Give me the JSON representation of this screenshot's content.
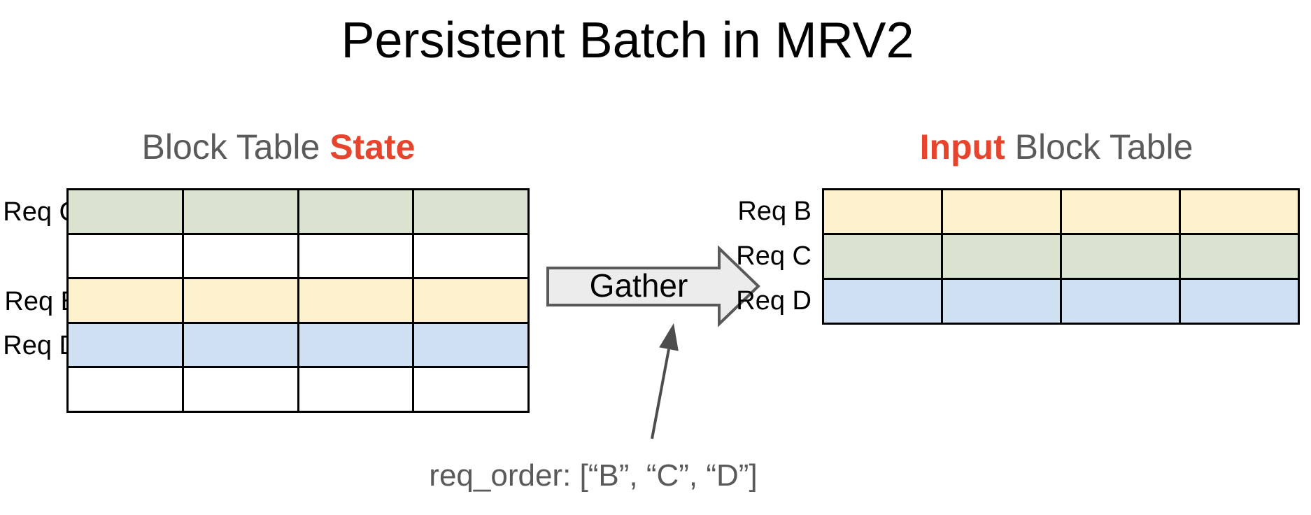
{
  "title": "Persistent Batch in MRV2",
  "colors": {
    "gray_text": "#5a5a5a",
    "red_text": "#e8432d",
    "black_text": "#000000",
    "green": "#d9e3d0",
    "yellow": "#fcf1cc",
    "blue": "#cee0f1",
    "white": "#ffffff",
    "grid_line": "#000000",
    "arrow_fill": "#ececec",
    "arrow_stroke": "#595959",
    "callout_arrow": "#4d4d4d"
  },
  "left_table": {
    "heading_normal": "Block Table ",
    "heading_highlight": "State",
    "columns": 4,
    "rows": [
      {
        "label": "Req C",
        "color_key": "green"
      },
      {
        "label": "",
        "color_key": "white"
      },
      {
        "label": "Req B",
        "color_key": "yellow"
      },
      {
        "label": "Req D",
        "color_key": "blue"
      },
      {
        "label": "",
        "color_key": "white"
      }
    ]
  },
  "gather_arrow": {
    "label": "Gather"
  },
  "callout": {
    "text": "req_order: [“B”, “C”, “D”]"
  },
  "right_table": {
    "heading_highlight": "Input",
    "heading_normal": " Block Table",
    "columns": 4,
    "rows": [
      {
        "label": "Req B",
        "color_key": "yellow"
      },
      {
        "label": "Req C",
        "color_key": "green"
      },
      {
        "label": "Req D",
        "color_key": "blue"
      }
    ]
  }
}
